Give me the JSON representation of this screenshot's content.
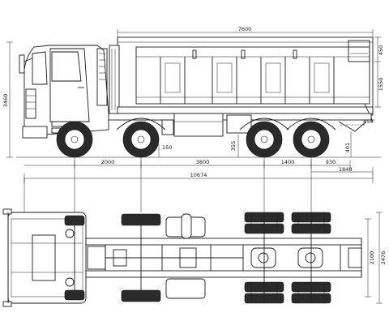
{
  "drawing": {
    "view_side": "side-elevation",
    "view_top": "plan-view"
  },
  "dimensions": {
    "body_length": "7600",
    "body_top_height": "450",
    "body_side_height": "1550",
    "overall_height": "3460",
    "tail_height": "454",
    "rear_clearance": "401",
    "front_step_height": "355",
    "front_bumper_clearance": "150",
    "wheelbase_1_2": "2000",
    "wheelbase_2_3": "3800",
    "wheelbase_3_4": "1400",
    "rear_axle_to_body": "930",
    "rear_overhang": "1848",
    "overall_length": "10674",
    "track_width": "2100",
    "overall_width": "2476"
  },
  "colors": {
    "line": "#1a1a1a",
    "tire": "#2a2a2a",
    "background": "#ffffff"
  }
}
